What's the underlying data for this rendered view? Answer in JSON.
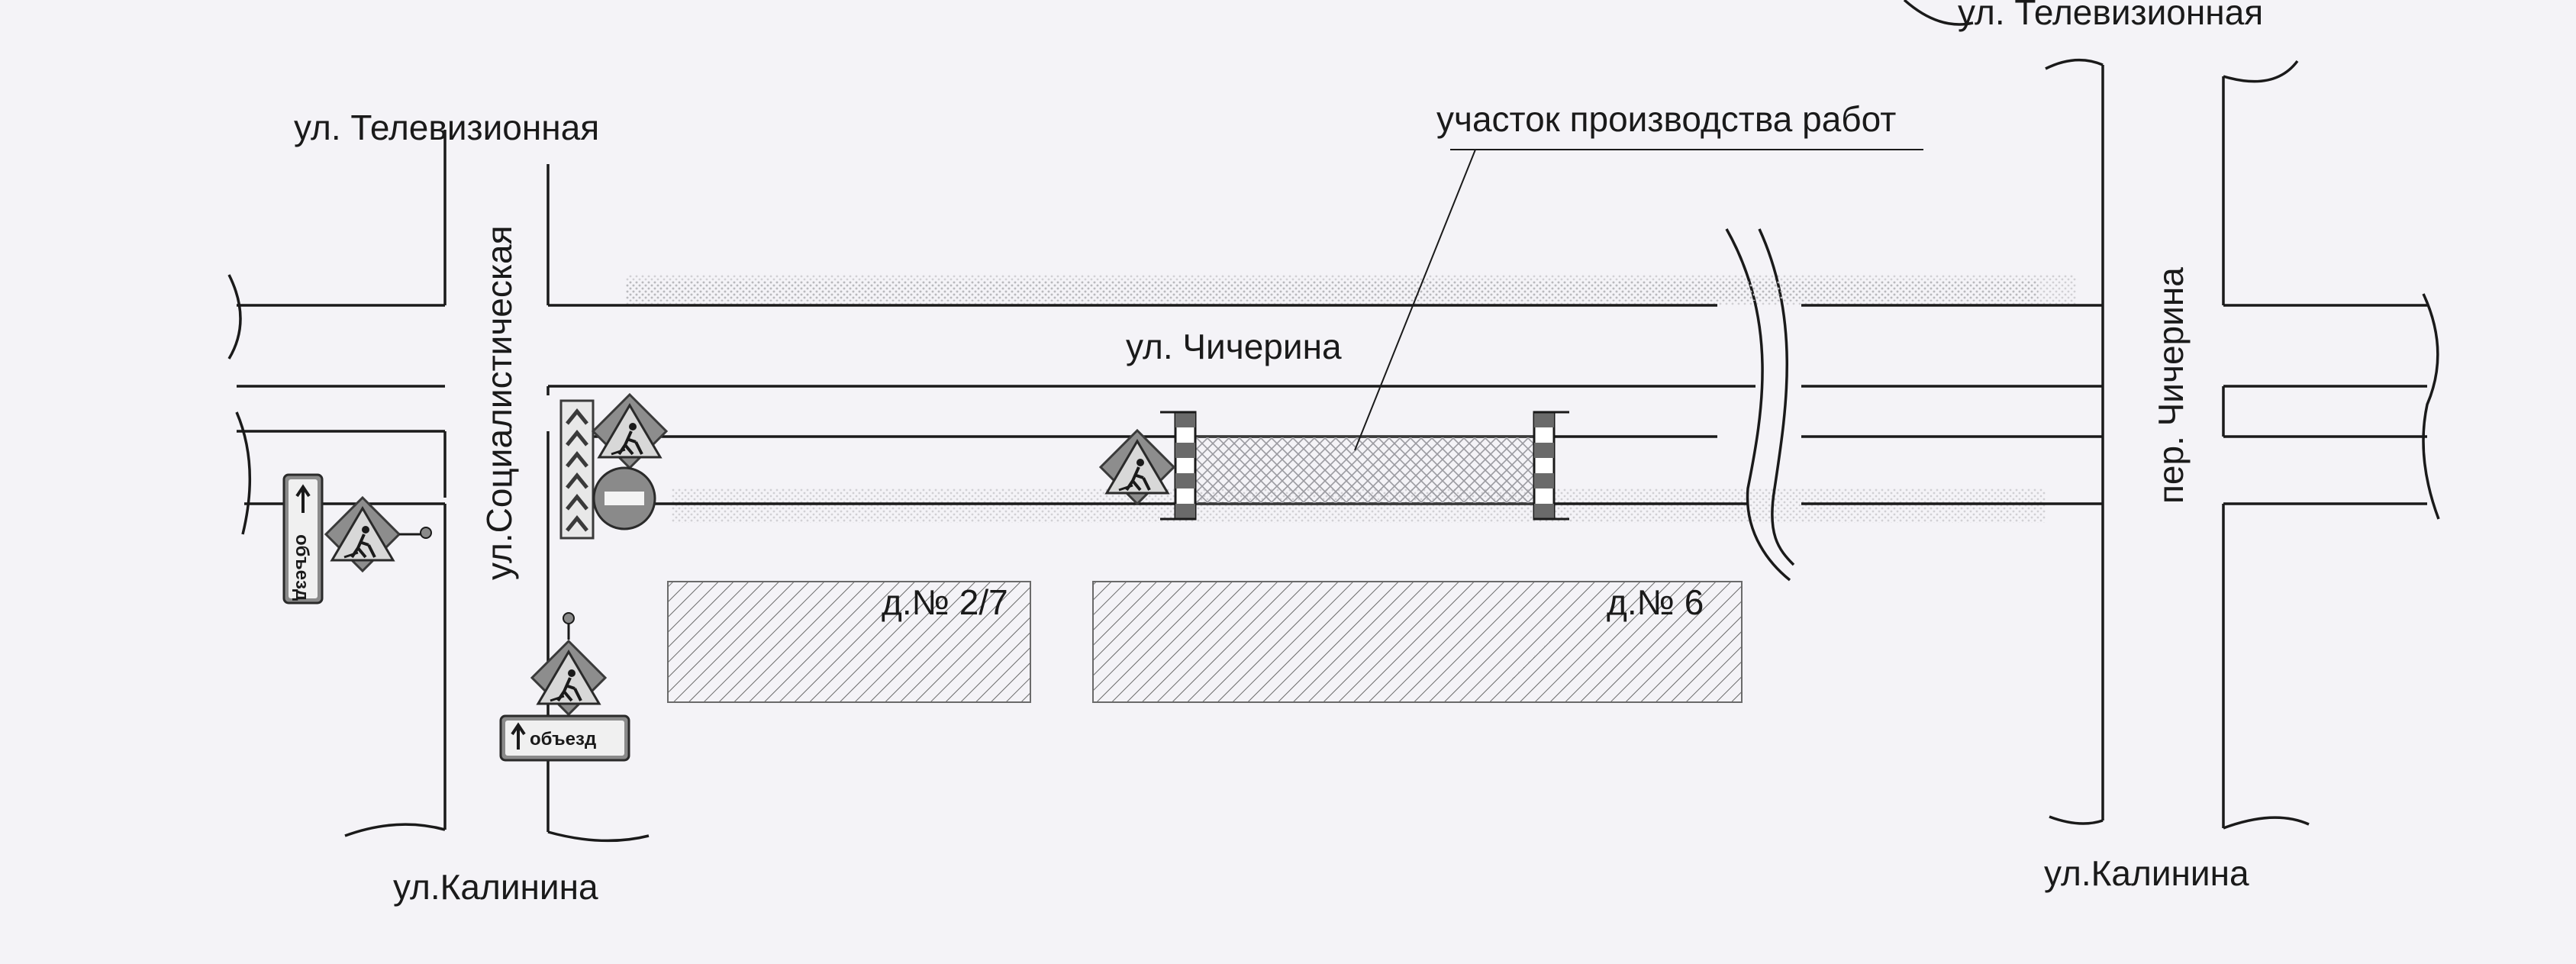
{
  "map": {
    "streets": {
      "televizionnaya_left": "ул. Телевизионная",
      "televizionnaya_right": "ул. Телевизионная",
      "sotsialisticheskaya": "ул.Социалистическая",
      "chicherina": "ул. Чичерина",
      "kalinina_left": "ул.Калинина",
      "kalinina_right": "ул.Калинина",
      "per_chicherina": "пер. Чичерина"
    },
    "work_zone_label": "участок производства работ",
    "buildings": [
      {
        "label": "д.№ 2/7"
      },
      {
        "label": "д.№ 6"
      }
    ],
    "signs": {
      "detour_text": "объезд",
      "road_works_icon": "road-works-sign-icon",
      "no_entry_icon": "no-entry-sign-icon",
      "chevron_icon": "chevron-board-icon",
      "barrier_icon": "road-barrier-icon"
    },
    "colors": {
      "paper": "#f4f3f7",
      "line": "#1a1a1a",
      "sign_gray": "#8a8a8a"
    }
  }
}
